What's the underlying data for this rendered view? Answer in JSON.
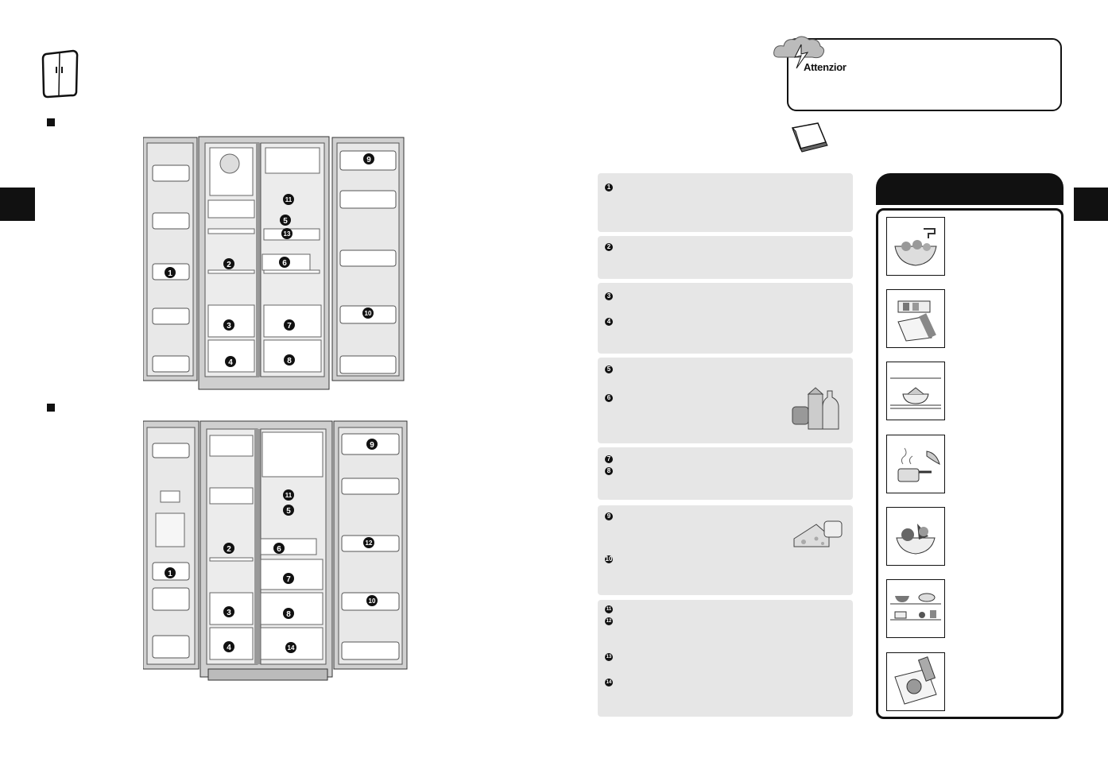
{
  "warning": {
    "label": "Attenzior"
  },
  "model_a_callouts": [
    "9",
    "11",
    "5",
    "13",
    "2",
    "6",
    "1",
    "10",
    "3",
    "7",
    "4",
    "8"
  ],
  "model_b_callouts": [
    "9",
    "11",
    "5",
    "2",
    "6",
    "12",
    "1",
    "7",
    "10",
    "3",
    "8",
    "4",
    "14"
  ],
  "panels": [
    {
      "bullets": [
        "1"
      ]
    },
    {
      "bullets": [
        "2"
      ]
    },
    {
      "bullets": [
        "3",
        "4"
      ]
    },
    {
      "bullets": [
        "5",
        "6"
      ]
    },
    {
      "bullets": [
        "7",
        "8"
      ]
    },
    {
      "bullets": [
        "9",
        "10"
      ]
    },
    {
      "bullets": [
        "11",
        "12",
        "13",
        "14"
      ]
    }
  ],
  "tips": [
    {
      "icon": "washing-food-icon"
    },
    {
      "icon": "cutting-board-icon"
    },
    {
      "icon": "bowl-on-shelf-icon"
    },
    {
      "icon": "cooking-pot-icon"
    },
    {
      "icon": "fruit-bowl-icon"
    },
    {
      "icon": "shelf-items-icon"
    },
    {
      "icon": "storage-bag-icon"
    }
  ]
}
